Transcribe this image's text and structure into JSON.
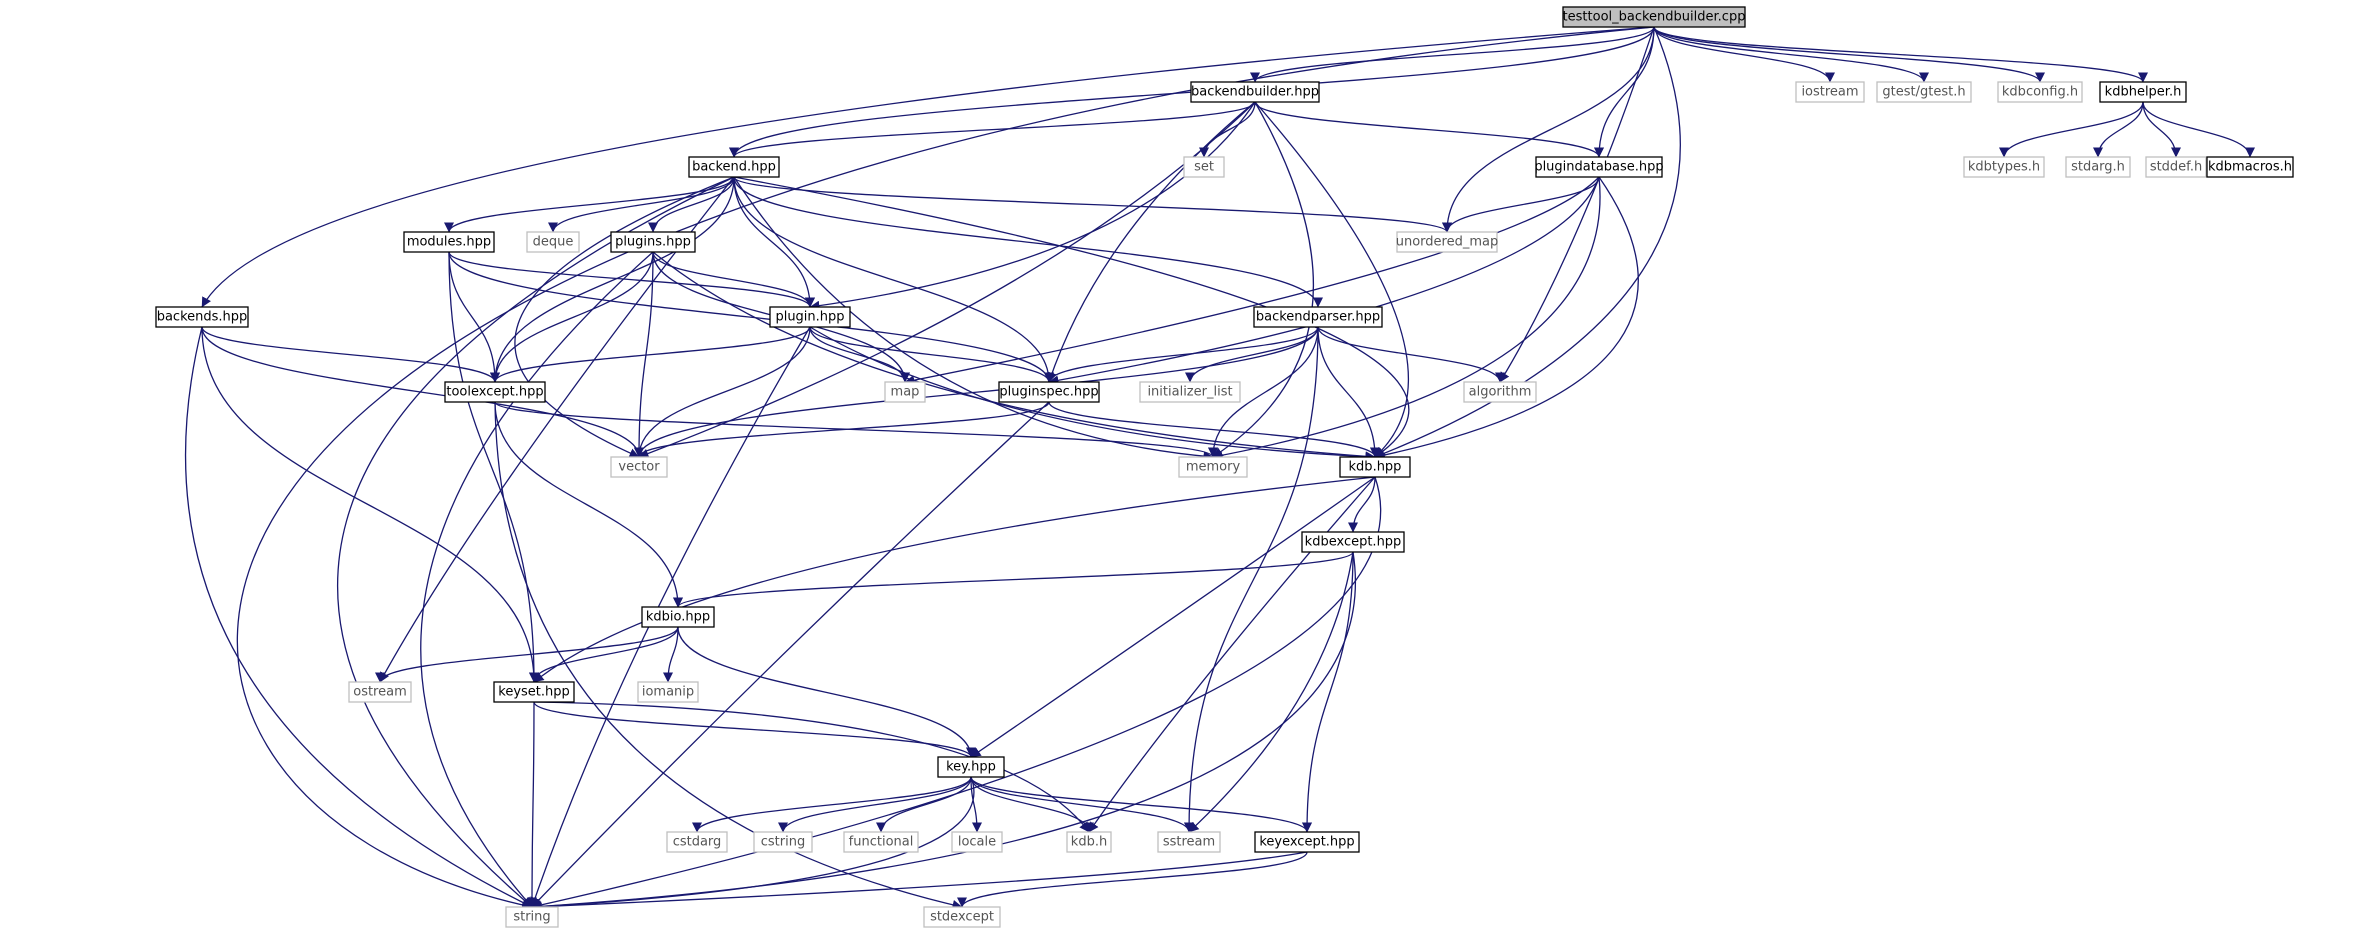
{
  "graph": {
    "root": "testtool_backendbuilder.cpp",
    "edge_color": "#191970",
    "nodes": [
      {
        "id": "testtool_backendbuilder.cpp",
        "label": "testtool_backendbuilder.cpp",
        "kind": "root"
      },
      {
        "id": "backendbuilder.hpp",
        "label": "backendbuilder.hpp",
        "kind": "internal"
      },
      {
        "id": "iostream",
        "label": "iostream",
        "kind": "external"
      },
      {
        "id": "gtest/gtest.h",
        "label": "gtest/gtest.h",
        "kind": "external"
      },
      {
        "id": "kdbconfig.h",
        "label": "kdbconfig.h",
        "kind": "external"
      },
      {
        "id": "kdbhelper.h",
        "label": "kdbhelper.h",
        "kind": "internal"
      },
      {
        "id": "backend.hpp",
        "label": "backend.hpp",
        "kind": "internal"
      },
      {
        "id": "set",
        "label": "set",
        "kind": "external"
      },
      {
        "id": "plugindatabase.hpp",
        "label": "plugindatabase.hpp",
        "kind": "internal"
      },
      {
        "id": "kdbtypes.h",
        "label": "kdbtypes.h",
        "kind": "external"
      },
      {
        "id": "stdarg.h",
        "label": "stdarg.h",
        "kind": "external"
      },
      {
        "id": "stddef.h",
        "label": "stddef.h",
        "kind": "external"
      },
      {
        "id": "kdbmacros.h",
        "label": "kdbmacros.h",
        "kind": "internal"
      },
      {
        "id": "modules.hpp",
        "label": "modules.hpp",
        "kind": "internal"
      },
      {
        "id": "deque",
        "label": "deque",
        "kind": "external"
      },
      {
        "id": "plugins.hpp",
        "label": "plugins.hpp",
        "kind": "internal"
      },
      {
        "id": "unordered_map",
        "label": "unordered_map",
        "kind": "external"
      },
      {
        "id": "backends.hpp",
        "label": "backends.hpp",
        "kind": "internal"
      },
      {
        "id": "plugin.hpp",
        "label": "plugin.hpp",
        "kind": "internal"
      },
      {
        "id": "backendparser.hpp",
        "label": "backendparser.hpp",
        "kind": "internal"
      },
      {
        "id": "toolexcept.hpp",
        "label": "toolexcept.hpp",
        "kind": "internal"
      },
      {
        "id": "map",
        "label": "map",
        "kind": "external"
      },
      {
        "id": "pluginspec.hpp",
        "label": "pluginspec.hpp",
        "kind": "internal"
      },
      {
        "id": "initializer_list",
        "label": "initializer_list",
        "kind": "external"
      },
      {
        "id": "algorithm",
        "label": "algorithm",
        "kind": "external"
      },
      {
        "id": "vector",
        "label": "vector",
        "kind": "external"
      },
      {
        "id": "memory",
        "label": "memory",
        "kind": "external"
      },
      {
        "id": "kdb.hpp",
        "label": "kdb.hpp",
        "kind": "internal"
      },
      {
        "id": "kdbexcept.hpp",
        "label": "kdbexcept.hpp",
        "kind": "internal"
      },
      {
        "id": "kdbio.hpp",
        "label": "kdbio.hpp",
        "kind": "internal"
      },
      {
        "id": "ostream",
        "label": "ostream",
        "kind": "external"
      },
      {
        "id": "keyset.hpp",
        "label": "keyset.hpp",
        "kind": "internal"
      },
      {
        "id": "iomanip",
        "label": "iomanip",
        "kind": "external"
      },
      {
        "id": "key.hpp",
        "label": "key.hpp",
        "kind": "internal"
      },
      {
        "id": "cstdarg",
        "label": "cstdarg",
        "kind": "external"
      },
      {
        "id": "cstring",
        "label": "cstring",
        "kind": "external"
      },
      {
        "id": "functional",
        "label": "functional",
        "kind": "external"
      },
      {
        "id": "locale",
        "label": "locale",
        "kind": "external"
      },
      {
        "id": "kdb.h",
        "label": "kdb.h",
        "kind": "external"
      },
      {
        "id": "sstream",
        "label": "sstream",
        "kind": "external"
      },
      {
        "id": "keyexcept.hpp",
        "label": "keyexcept.hpp",
        "kind": "internal"
      },
      {
        "id": "string",
        "label": "string",
        "kind": "external"
      },
      {
        "id": "stdexcept",
        "label": "stdexcept",
        "kind": "external"
      }
    ],
    "edges": [
      [
        "testtool_backendbuilder.cpp",
        "backendbuilder.hpp"
      ],
      [
        "testtool_backendbuilder.cpp",
        "iostream"
      ],
      [
        "testtool_backendbuilder.cpp",
        "gtest/gtest.h"
      ],
      [
        "testtool_backendbuilder.cpp",
        "kdbconfig.h"
      ],
      [
        "testtool_backendbuilder.cpp",
        "kdbhelper.h"
      ],
      [
        "testtool_backendbuilder.cpp",
        "backend.hpp"
      ],
      [
        "testtool_backendbuilder.cpp",
        "plugindatabase.hpp"
      ],
      [
        "testtool_backendbuilder.cpp",
        "unordered_map"
      ],
      [
        "testtool_backendbuilder.cpp",
        "backends.hpp"
      ],
      [
        "testtool_backendbuilder.cpp",
        "algorithm"
      ],
      [
        "testtool_backendbuilder.cpp",
        "kdb.hpp"
      ],
      [
        "testtool_backendbuilder.cpp",
        "string"
      ],
      [
        "kdbhelper.h",
        "kdbtypes.h"
      ],
      [
        "kdbhelper.h",
        "stdarg.h"
      ],
      [
        "kdbhelper.h",
        "stddef.h"
      ],
      [
        "kdbhelper.h",
        "kdbmacros.h"
      ],
      [
        "backendbuilder.hpp",
        "backend.hpp"
      ],
      [
        "backendbuilder.hpp",
        "set"
      ],
      [
        "backendbuilder.hpp",
        "plugindatabase.hpp"
      ],
      [
        "backendbuilder.hpp",
        "plugin.hpp"
      ],
      [
        "backendbuilder.hpp",
        "pluginspec.hpp"
      ],
      [
        "backendbuilder.hpp",
        "vector"
      ],
      [
        "backendbuilder.hpp",
        "memory"
      ],
      [
        "backendbuilder.hpp",
        "kdb.hpp"
      ],
      [
        "plugindatabase.hpp",
        "unordered_map"
      ],
      [
        "plugindatabase.hpp",
        "map"
      ],
      [
        "plugindatabase.hpp",
        "pluginspec.hpp"
      ],
      [
        "plugindatabase.hpp",
        "memory"
      ],
      [
        "plugindatabase.hpp",
        "kdb.hpp"
      ],
      [
        "backend.hpp",
        "modules.hpp"
      ],
      [
        "backend.hpp",
        "deque"
      ],
      [
        "backend.hpp",
        "plugins.hpp"
      ],
      [
        "backend.hpp",
        "unordered_map"
      ],
      [
        "backend.hpp",
        "backendparser.hpp"
      ],
      [
        "backend.hpp",
        "plugin.hpp"
      ],
      [
        "backend.hpp",
        "toolexcept.hpp"
      ],
      [
        "backend.hpp",
        "pluginspec.hpp"
      ],
      [
        "backend.hpp",
        "vector"
      ],
      [
        "backend.hpp",
        "memory"
      ],
      [
        "backend.hpp",
        "kdb.hpp"
      ],
      [
        "backend.hpp",
        "ostream"
      ],
      [
        "backend.hpp",
        "string"
      ],
      [
        "modules.hpp",
        "plugin.hpp"
      ],
      [
        "modules.hpp",
        "pluginspec.hpp"
      ],
      [
        "modules.hpp",
        "toolexcept.hpp"
      ],
      [
        "modules.hpp",
        "keyset.hpp"
      ],
      [
        "plugins.hpp",
        "plugin.hpp"
      ],
      [
        "plugins.hpp",
        "map"
      ],
      [
        "plugins.hpp",
        "toolexcept.hpp"
      ],
      [
        "plugins.hpp",
        "vector"
      ],
      [
        "plugins.hpp",
        "kdb.hpp"
      ],
      [
        "plugins.hpp",
        "string"
      ],
      [
        "backends.hpp",
        "toolexcept.hpp"
      ],
      [
        "backends.hpp",
        "vector"
      ],
      [
        "backends.hpp",
        "keyset.hpp"
      ],
      [
        "backends.hpp",
        "string"
      ],
      [
        "plugin.hpp",
        "toolexcept.hpp"
      ],
      [
        "plugin.hpp",
        "map"
      ],
      [
        "plugin.hpp",
        "pluginspec.hpp"
      ],
      [
        "plugin.hpp",
        "vector"
      ],
      [
        "plugin.hpp",
        "kdb.hpp"
      ],
      [
        "plugin.hpp",
        "string"
      ],
      [
        "backendparser.hpp",
        "pluginspec.hpp"
      ],
      [
        "backendparser.hpp",
        "initializer_list"
      ],
      [
        "backendparser.hpp",
        "algorithm"
      ],
      [
        "backendparser.hpp",
        "vector"
      ],
      [
        "backendparser.hpp",
        "memory"
      ],
      [
        "backendparser.hpp",
        "kdb.hpp"
      ],
      [
        "backendparser.hpp",
        "sstream"
      ],
      [
        "toolexcept.hpp",
        "memory"
      ],
      [
        "toolexcept.hpp",
        "kdbio.hpp"
      ],
      [
        "toolexcept.hpp",
        "stdexcept"
      ],
      [
        "pluginspec.hpp",
        "vector"
      ],
      [
        "pluginspec.hpp",
        "kdb.hpp"
      ],
      [
        "pluginspec.hpp",
        "string"
      ],
      [
        "kdb.hpp",
        "kdbexcept.hpp"
      ],
      [
        "kdb.hpp",
        "keyset.hpp"
      ],
      [
        "kdb.hpp",
        "key.hpp"
      ],
      [
        "kdb.hpp",
        "kdb.h"
      ],
      [
        "kdb.hpp",
        "string"
      ],
      [
        "kdbexcept.hpp",
        "kdbio.hpp"
      ],
      [
        "kdbexcept.hpp",
        "keyexcept.hpp"
      ],
      [
        "kdbexcept.hpp",
        "sstream"
      ],
      [
        "kdbexcept.hpp",
        "string"
      ],
      [
        "kdbio.hpp",
        "ostream"
      ],
      [
        "kdbio.hpp",
        "keyset.hpp"
      ],
      [
        "kdbio.hpp",
        "iomanip"
      ],
      [
        "kdbio.hpp",
        "key.hpp"
      ],
      [
        "keyset.hpp",
        "key.hpp"
      ],
      [
        "keyset.hpp",
        "kdb.h"
      ],
      [
        "keyset.hpp",
        "string"
      ],
      [
        "key.hpp",
        "cstdarg"
      ],
      [
        "key.hpp",
        "cstring"
      ],
      [
        "key.hpp",
        "functional"
      ],
      [
        "key.hpp",
        "locale"
      ],
      [
        "key.hpp",
        "kdb.h"
      ],
      [
        "key.hpp",
        "sstream"
      ],
      [
        "key.hpp",
        "keyexcept.hpp"
      ],
      [
        "key.hpp",
        "string"
      ],
      [
        "keyexcept.hpp",
        "string"
      ],
      [
        "keyexcept.hpp",
        "stdexcept"
      ]
    ]
  }
}
